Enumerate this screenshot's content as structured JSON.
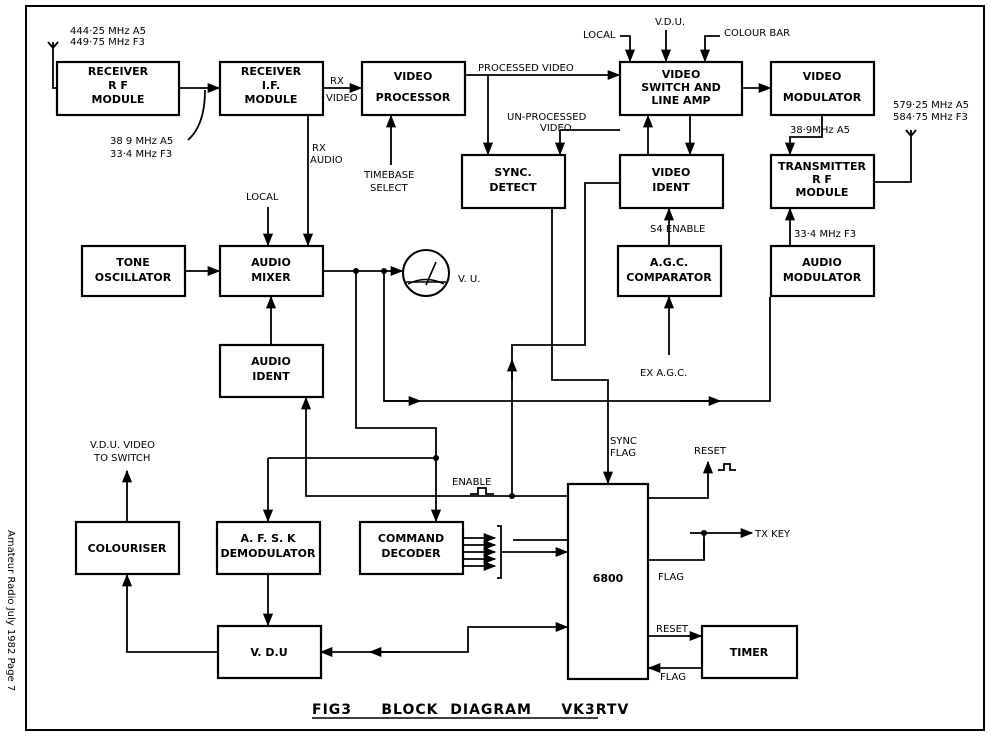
{
  "blocks": {
    "rx_rf": [
      "RECEIVER",
      "R F",
      "MODULE"
    ],
    "rx_if": [
      "RECEIVER",
      "I.F.",
      "MODULE"
    ],
    "video_proc": [
      "VIDEO",
      "PROCESSOR"
    ],
    "video_switch": [
      "VIDEO",
      "SWITCH AND",
      "LINE AMP"
    ],
    "video_mod": [
      "VIDEO",
      "MODULATOR"
    ],
    "sync_detect": [
      "SYNC.",
      "DETECT"
    ],
    "video_ident": [
      "VIDEO",
      "IDENT"
    ],
    "tx_rf": [
      "TRANSMITTER",
      "R F",
      "MODULE"
    ],
    "tone_osc": [
      "TONE",
      "OSCILLATOR"
    ],
    "audio_mixer": [
      "AUDIO",
      "MIXER"
    ],
    "agc_comp": [
      "A.G.C.",
      "COMPARATOR"
    ],
    "audio_mod": [
      "AUDIO",
      "MODULATOR"
    ],
    "audio_ident": [
      "AUDIO",
      "IDENT"
    ],
    "colouriser": [
      "COLOURISER"
    ],
    "afsk_demod": [
      "A. F. S. K",
      "DEMODULATOR"
    ],
    "cmd_decoder": [
      "COMMAND",
      "DECODER"
    ],
    "cpu": [
      "6800"
    ],
    "vdu": [
      "V. D.U"
    ],
    "timer": [
      "TIMER"
    ]
  },
  "labels": {
    "rx_freq": [
      "444·25 MHz A5",
      "449·75 MHz F3"
    ],
    "if_freq": [
      "38 9 MHz A5",
      "33·4 MHz F3"
    ],
    "tx_freq": [
      "579·25 MHz A5",
      "584·75 MHz F3"
    ],
    "rx_video": [
      "RX",
      "VIDEO"
    ],
    "rx_audio": [
      "RX",
      "AUDIO"
    ],
    "processed_video": "PROCESSED  VIDEO",
    "unprocessed_video": [
      "UN-PROCESSED",
      "VIDEO"
    ],
    "timebase_select": [
      "TIMEBASE",
      "SELECT"
    ],
    "local_top": "LOCAL",
    "vdu_top": "V.D.U.",
    "colour_bar": "COLOUR BAR",
    "if_38_9": "38·9MHz A5",
    "s4_enable": "S4 ENABLE",
    "mhz_33_4": "33·4 MHz F3",
    "local_mixer": "LOCAL",
    "vu": "V. U.",
    "ex_agc": "EX A.G.C.",
    "sync_flag": [
      "SYNC",
      "FLAG"
    ],
    "reset_top": "RESET",
    "enable": "ENABLE",
    "tx_key": "TX KEY",
    "flag1": "FLAG",
    "reset_timer": "RESET",
    "flag_timer": "FLAG",
    "vdu_video": [
      "V.D.U. VIDEO",
      "TO SWITCH"
    ],
    "caption": "FIG3     BLOCK  DIAGRAM     VK3RTV",
    "side_text": "Amateur  Radio    July  1982    Page  7"
  }
}
